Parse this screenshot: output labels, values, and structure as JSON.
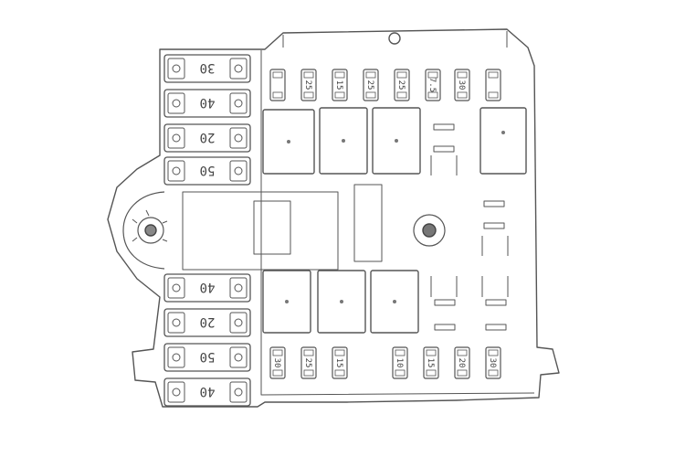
{
  "maxi_fuses": [
    {
      "label": "30"
    },
    {
      "label": "40"
    },
    {
      "label": "20"
    },
    {
      "label": "50"
    },
    {
      "label": "40"
    },
    {
      "label": "20"
    },
    {
      "label": "50"
    },
    {
      "label": "40"
    }
  ],
  "mini_fuses_top": [
    {
      "label": ""
    },
    {
      "label": "25"
    },
    {
      "label": "15"
    },
    {
      "label": "25"
    },
    {
      "label": "25"
    },
    {
      "label": "7.5"
    },
    {
      "label": "30"
    },
    {
      "label": ""
    }
  ],
  "mini_fuses_bottom": [
    {
      "label": "30"
    },
    {
      "label": "25"
    },
    {
      "label": "15"
    },
    {
      "label": "10"
    },
    {
      "label": "15"
    },
    {
      "label": "20"
    },
    {
      "label": "30"
    }
  ],
  "style": {
    "line_color": "#555555",
    "background": "#ffffff"
  }
}
